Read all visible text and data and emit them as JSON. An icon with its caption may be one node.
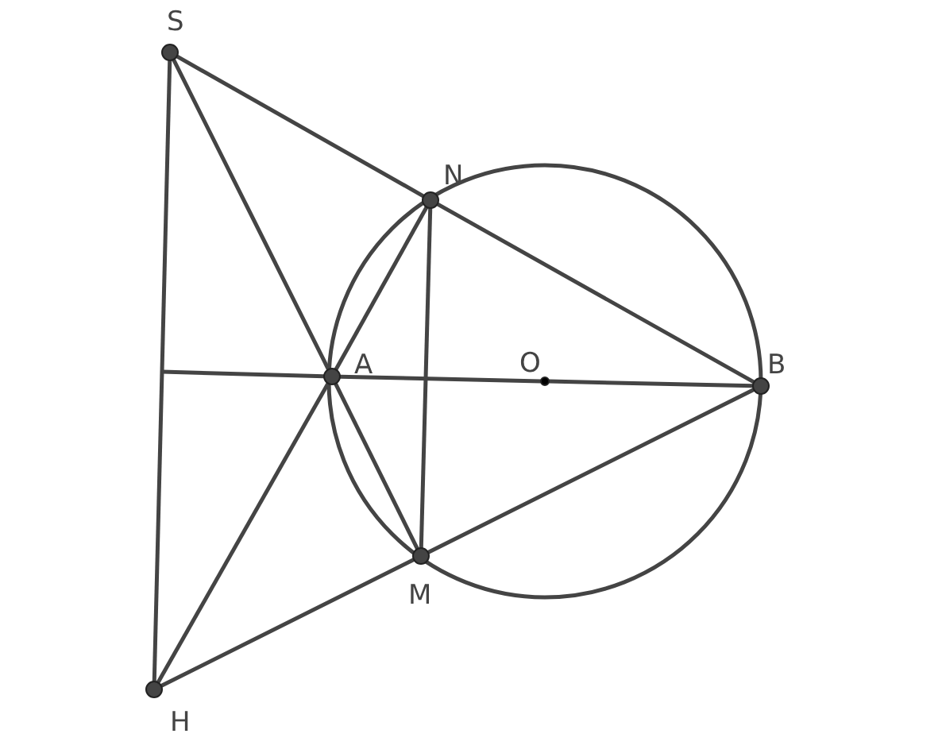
{
  "diagram": {
    "nodes": [
      {
        "text": [
          "S"
        ]
      },
      {
        "text": [
          "N"
        ]
      },
      {
        "text": [
          "A"
        ]
      },
      {
        "text": [
          "O"
        ]
      },
      {
        "text": [
          "B"
        ]
      },
      {
        "text": [
          "M"
        ]
      },
      {
        "text": [
          "H"
        ]
      }
    ],
    "edges": [
      {
        "from": 0,
        "to": 1,
        "arrow": "none"
      },
      {
        "from": 1,
        "to": 4,
        "arrow": "none"
      },
      {
        "from": 0,
        "to": 2,
        "arrow": "none"
      },
      {
        "from": 2,
        "to": 5,
        "arrow": "none"
      },
      {
        "from": 6,
        "to": 2,
        "arrow": "none"
      },
      {
        "from": 2,
        "to": 1,
        "arrow": "none"
      },
      {
        "from": 6,
        "to": 5,
        "arrow": "none"
      },
      {
        "from": 5,
        "to": 4,
        "arrow": "none"
      },
      {
        "from": 0,
        "to": 6,
        "arrow": "none"
      },
      {
        "from": 1,
        "to": 5,
        "arrow": "none"
      },
      {
        "from": null,
        "to": 2,
        "arrow": "none"
      },
      {
        "from": 2,
        "to": 3,
        "arrow": "none"
      },
      {
        "from": 3,
        "to": 4,
        "arrow": "none"
      }
    ]
  }
}
